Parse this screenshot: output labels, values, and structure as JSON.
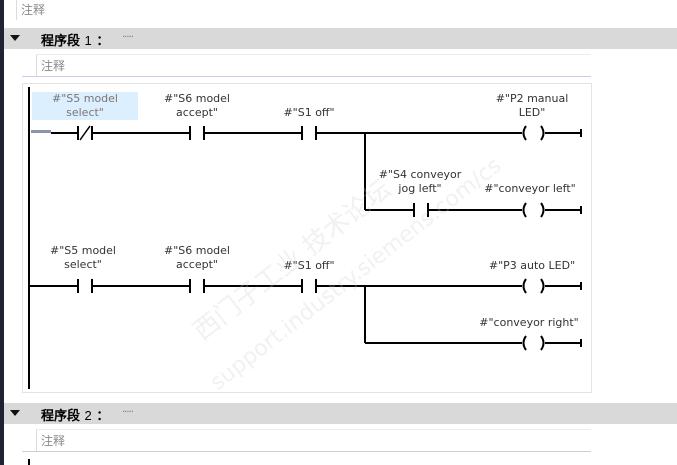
{
  "top_comment": "注释",
  "networks": [
    {
      "title_prefix": "程序段",
      "number": "1",
      "colon": "：",
      "dots": ".....",
      "comment": "注释",
      "rungs": [
        {
          "contacts": [
            {
              "tag_line1": "#\"S5 model",
              "tag_line2": "select\"",
              "type": "NC",
              "selected": true
            },
            {
              "tag_line1": "#\"S6 model",
              "tag_line2": "accept\"",
              "type": "NO"
            },
            {
              "tag_line1": "#\"S1 off\"",
              "tag_line2": "",
              "type": "NO"
            }
          ],
          "coil": {
            "tag_line1": "#\"P2 manual",
            "tag_line2": "LED\""
          },
          "branch": {
            "contact": {
              "tag_line1": "#\"S4 conveyor",
              "tag_line2": "jog left\"",
              "type": "NO"
            },
            "coil": {
              "tag_line1": "#\"conveyor left\""
            }
          }
        },
        {
          "contacts": [
            {
              "tag_line1": "#\"S5 model",
              "tag_line2": "select\"",
              "type": "NO"
            },
            {
              "tag_line1": "#\"S6 model",
              "tag_line2": "accept\"",
              "type": "NO"
            },
            {
              "tag_line1": "#\"S1 off\"",
              "tag_line2": "",
              "type": "NO"
            }
          ],
          "coil": {
            "tag_line1": "#\"P3 auto LED\""
          },
          "branch": {
            "coil": {
              "tag_line1": "#\"conveyor right\""
            }
          }
        }
      ]
    },
    {
      "title_prefix": "程序段",
      "number": "2",
      "colon": "：",
      "dots": ".....",
      "comment": "注释"
    }
  ],
  "watermark": {
    "line1": "西门子工业  技术论坛",
    "line2": "support.industry.siemens.com/cs"
  }
}
